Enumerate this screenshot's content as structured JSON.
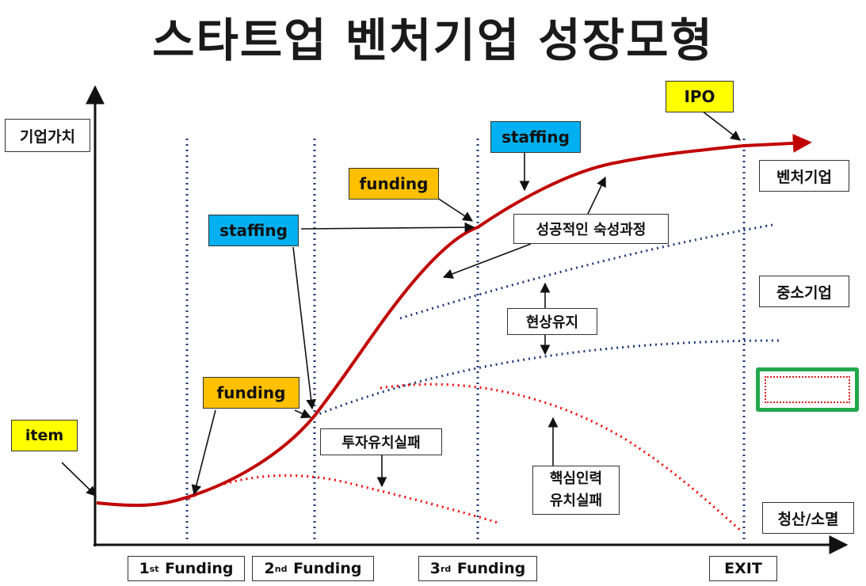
{
  "title": "스타트업 벤처기업 성장모형",
  "y_axis_label": "기업가치",
  "start_label": "item",
  "labels": {
    "ipo": "IPO",
    "funding": "funding",
    "staffing": "staffing",
    "success_process": "성공적인 숙성과정",
    "status_quo": "현상유지",
    "investment_fail": "투자유치실패",
    "talent_fail_line1": "핵심인력",
    "talent_fail_line2": "유치실패"
  },
  "outcomes": {
    "venture": "벤처기업",
    "sme": "중소기업",
    "liquidation": "청산/소멸"
  },
  "stages": [
    {
      "ordinal": "1",
      "suffix": "st",
      "label": "Funding"
    },
    {
      "ordinal": "2",
      "suffix": "nd",
      "label": "Funding"
    },
    {
      "ordinal": "3",
      "suffix": "rd",
      "label": "Funding"
    },
    {
      "ordinal": "",
      "suffix": "",
      "label": "EXIT"
    }
  ],
  "colors": {
    "growth_curve": "#c00000",
    "dotted_blue": "#1f3a7a",
    "dotted_red": "#ff0000",
    "yellow": "#ffff00",
    "orange": "#ffc000",
    "blue": "#00b0f0",
    "highlight": "#22a84a"
  }
}
